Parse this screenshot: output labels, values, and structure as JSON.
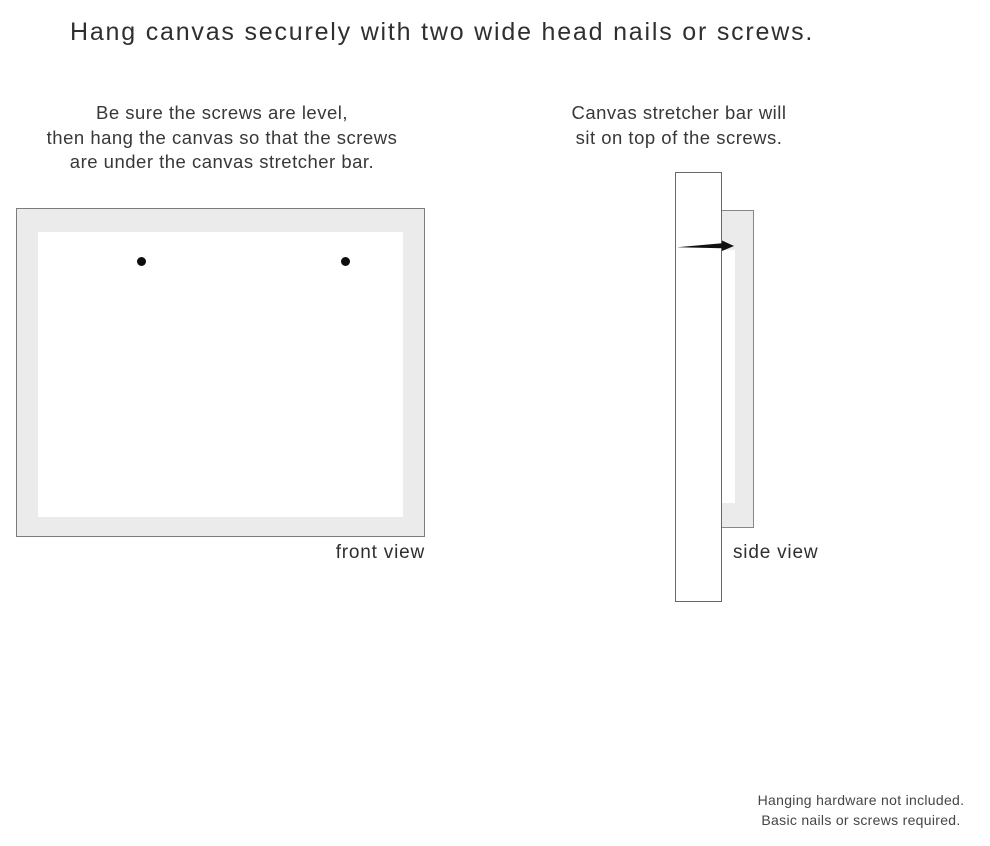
{
  "title": "Hang canvas securely with two wide head nails or screws.",
  "instructions": {
    "front": {
      "lines": [
        "Be sure the screws are level,",
        "then hang the canvas so that the screws",
        "are under the canvas stretcher bar."
      ]
    },
    "side": {
      "lines": [
        "Canvas stretcher bar will",
        "sit on top of the screws."
      ]
    }
  },
  "diagrams": {
    "front_view": {
      "label": "front view",
      "screw_count": 2
    },
    "side_view": {
      "label": "side view"
    }
  },
  "footer": {
    "lines": [
      "Hanging hardware not included.",
      "Basic nails or screws required."
    ]
  },
  "colors": {
    "background": "#ffffff",
    "canvas_fill": "#ebebeb",
    "canvas_border": "#7a7c7e",
    "wall_border": "#66686a",
    "screw_color": "#0d0d0d",
    "text_color": "#383838",
    "title_color": "#2f2f2f",
    "footer_color": "#454545"
  }
}
